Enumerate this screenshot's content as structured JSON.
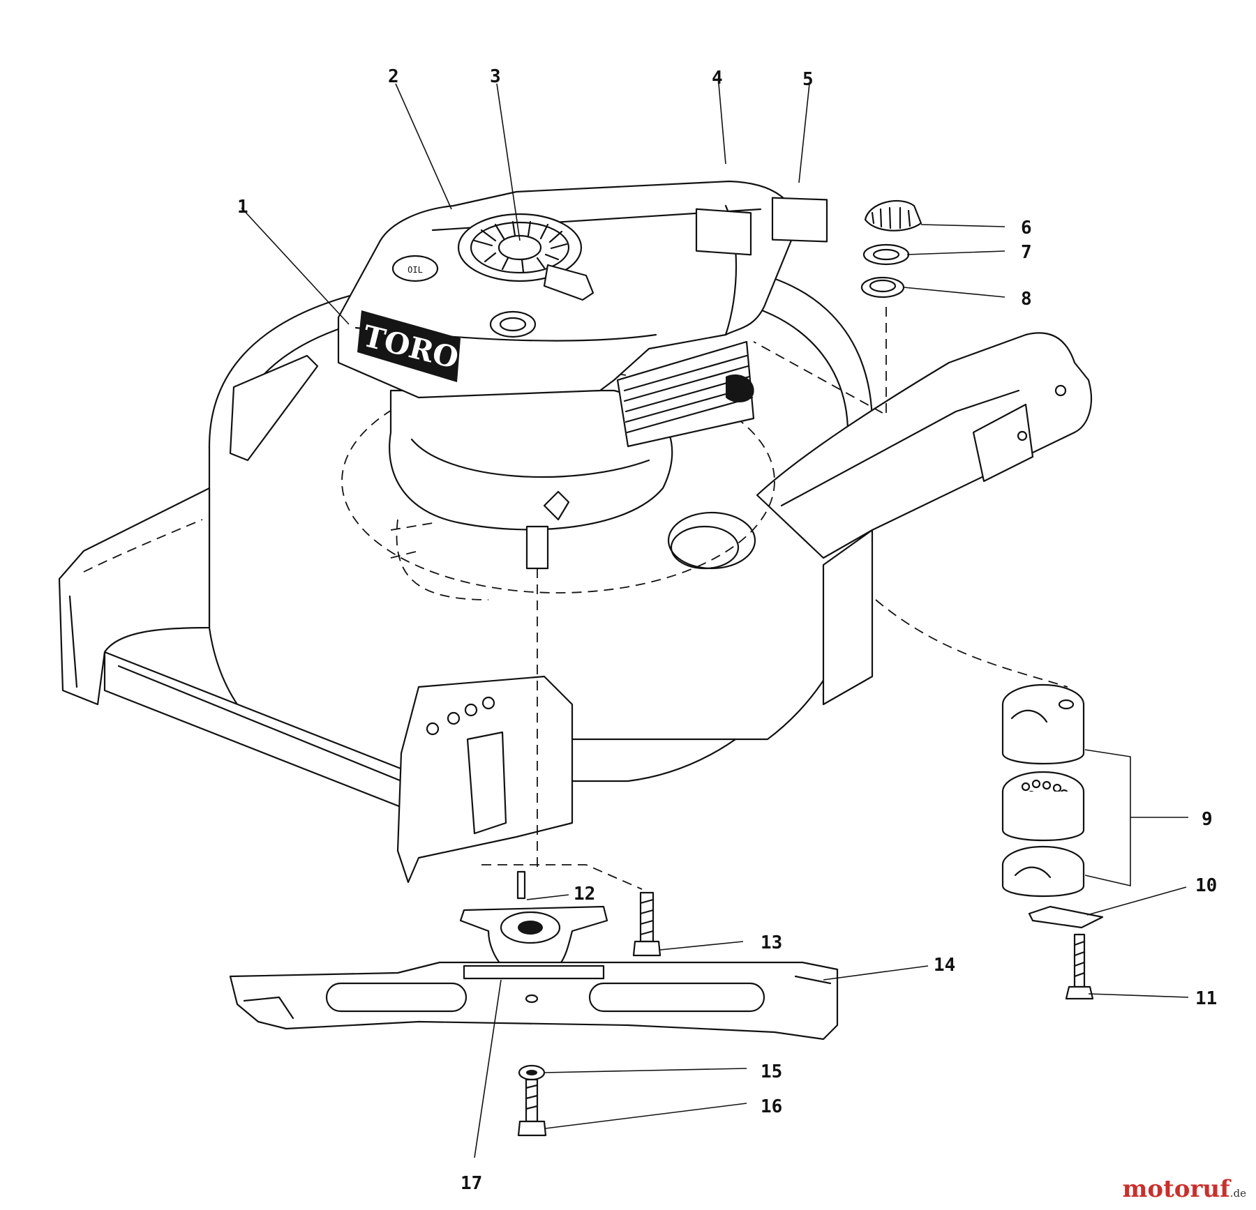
{
  "diagram": {
    "callouts": [
      "1",
      "2",
      "3",
      "4",
      "5",
      "6",
      "7",
      "8",
      "9",
      "10",
      "11",
      "12",
      "13",
      "14",
      "15",
      "16",
      "17"
    ],
    "logo_text": "TORO",
    "oil_cap_text": "OIL"
  },
  "watermark": {
    "name": "motoruf",
    "tld": ".de"
  }
}
